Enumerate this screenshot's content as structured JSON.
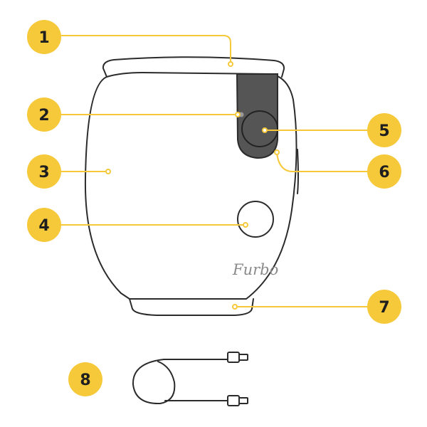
{
  "colors": {
    "badge": "#F6C93B",
    "leader": "#F6C93B",
    "outline": "#2b2b2b",
    "camera_panel": "#555555",
    "background": "#ffffff"
  },
  "brand_text": "Furbo",
  "callouts": [
    {
      "number": "1",
      "part": "top-lid"
    },
    {
      "number": "2",
      "part": "indicator-light"
    },
    {
      "number": "3",
      "part": "body"
    },
    {
      "number": "4",
      "part": "treat-toss-opening"
    },
    {
      "number": "5",
      "part": "camera-lens"
    },
    {
      "number": "6",
      "part": "camera-panel"
    },
    {
      "number": "7",
      "part": "base"
    },
    {
      "number": "8",
      "part": "usb-cable"
    }
  ]
}
